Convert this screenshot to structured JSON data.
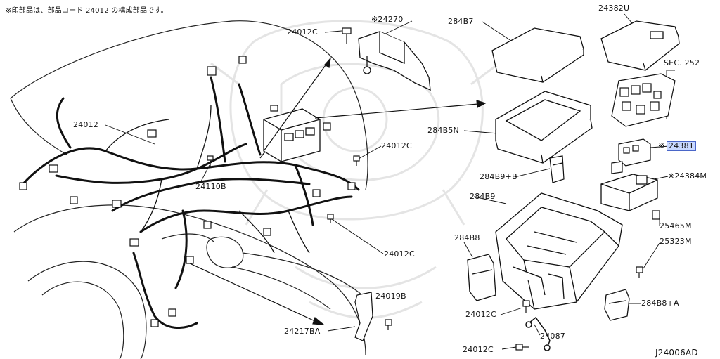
{
  "note": "※印部品は、部品コード 24012 の構成部品です。",
  "diagram_code": "J24006AD",
  "labels": {
    "l24270": "※24270",
    "l24012C_top": "24012C",
    "l284B7": "284B7",
    "l24382U": "24382U",
    "lSEC252": "SEC. 252",
    "l24012": "24012",
    "l284B5N": "284B5N",
    "l24012C_mid": "24012C",
    "l24381": "24381",
    "l24381_mark": "※",
    "l24110B": "24110B",
    "l284B9B": "284B9+B",
    "l24384M": "※24384M",
    "l284B9": "284B9",
    "l25465M": "25465M",
    "l24012C_low": "24012C",
    "l284B8": "284B8",
    "l25323M": "25323M",
    "l24019B": "24019B",
    "l24012C_bot": "24012C",
    "l284B8A": "284B8+A",
    "l24217BA": "24217BA",
    "l24087": "24087",
    "l24012C_last": "24012C"
  }
}
